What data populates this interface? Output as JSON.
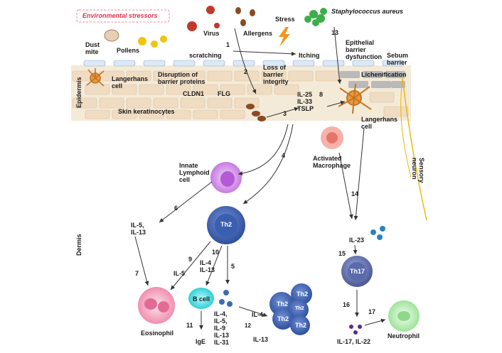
{
  "labels": {
    "env": "Environmental stressors",
    "virus": "Virus",
    "allergens": "Allergens",
    "stress": "Stress",
    "staph": "Staphylococcus aureus",
    "dust": "Dust\nmite",
    "pollens": "Pollens",
    "scratching": "scratching",
    "itching": "Itching",
    "epithelial": "Epithelial\nbarrier\ndysfunction",
    "sebum": "Sebum\nbarrier",
    "lichen": "Lichenification",
    "langerhans1": "Langerhans\ncell",
    "disruption": "Disruption of\nbarrier proteins",
    "loss": "Loss of\nbarrier\nintegrity",
    "cldn1": "CLDN1",
    "flg": "FLG",
    "keratinocytes": "Skin keratinocytes",
    "cytokines": "IL-25\nIL-33\nTSLP",
    "langerhans2": "Langerhans\ncell",
    "sensory": "Sensory\nneuron",
    "epidermis": "Epidermis",
    "dermis": "Dermis",
    "ilc": "Innate\nLymphoid\ncell",
    "macrophage": "Activated\nMacrophage",
    "il5_13": "IL-5,\nIL-13",
    "th2": "Th2",
    "il5": "IL-5",
    "il4_13": "IL-4\nIL-13",
    "bcell": "B cell",
    "il_list": "IL-4,\nIL-5,\nIL-9\nIL-13\nIL-31",
    "il4": "IL-4",
    "il13": "IL-13",
    "ige": "IgE",
    "eosinophil": "Eosinophil",
    "il23": "IL-23",
    "th17": "Th17",
    "il17_22": "IL-17, IL-22",
    "neutrophil": "Neutrophil"
  },
  "steps": [
    "1",
    "2",
    "3",
    "4",
    "5",
    "6",
    "7",
    "8",
    "9",
    "10",
    "11",
    "12",
    "13",
    "14",
    "15",
    "16",
    "17"
  ]
}
